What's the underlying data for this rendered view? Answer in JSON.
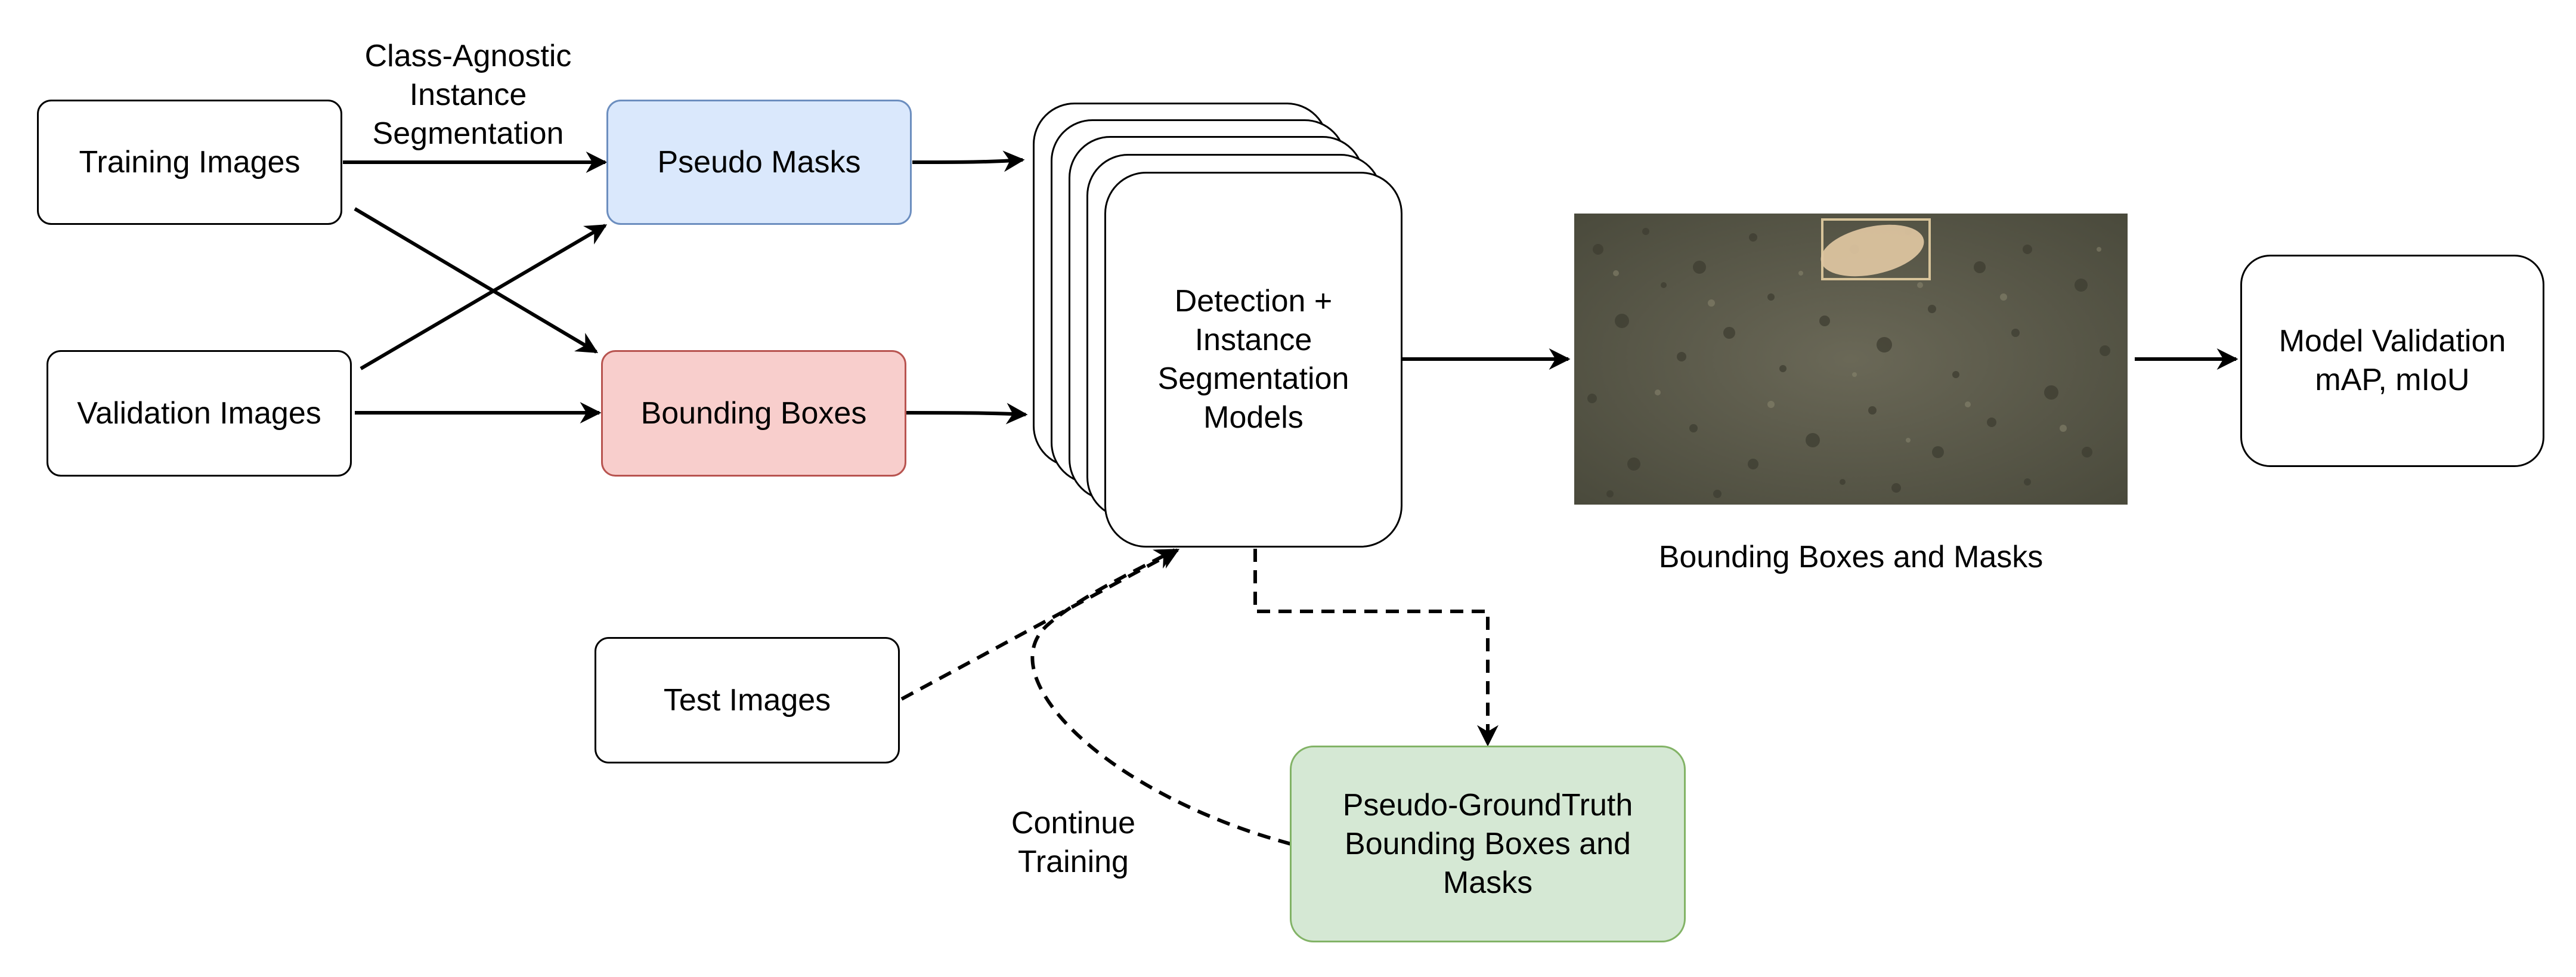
{
  "nodes": {
    "training_images": "Training Images",
    "validation_images": "Validation Images",
    "pseudo_masks": "Pseudo Masks",
    "bounding_boxes": "Bounding Boxes",
    "detection_models": "Detection +\nInstance\nSegmentation\nModels",
    "test_images": "Test Images",
    "pseudo_groundtruth": "Pseudo-GroundTruth\nBounding Boxes and\nMasks",
    "model_validation": "Model Validation\nmAP, mIoU"
  },
  "labels": {
    "class_agnostic": "Class-Agnostic\nInstance\nSegmentation",
    "output_caption": "Bounding Boxes and Masks",
    "continue_training": "Continue\nTraining"
  },
  "colors": {
    "pseudo_masks_fill": "#dae8fc",
    "pseudo_masks_border": "#6c8ebf",
    "bounding_boxes_fill": "#f8cecc",
    "bounding_boxes_border": "#b85450",
    "pseudo_groundtruth_fill": "#d5e8d4",
    "pseudo_groundtruth_border": "#82b366",
    "image_background": "#5e5c4d"
  }
}
